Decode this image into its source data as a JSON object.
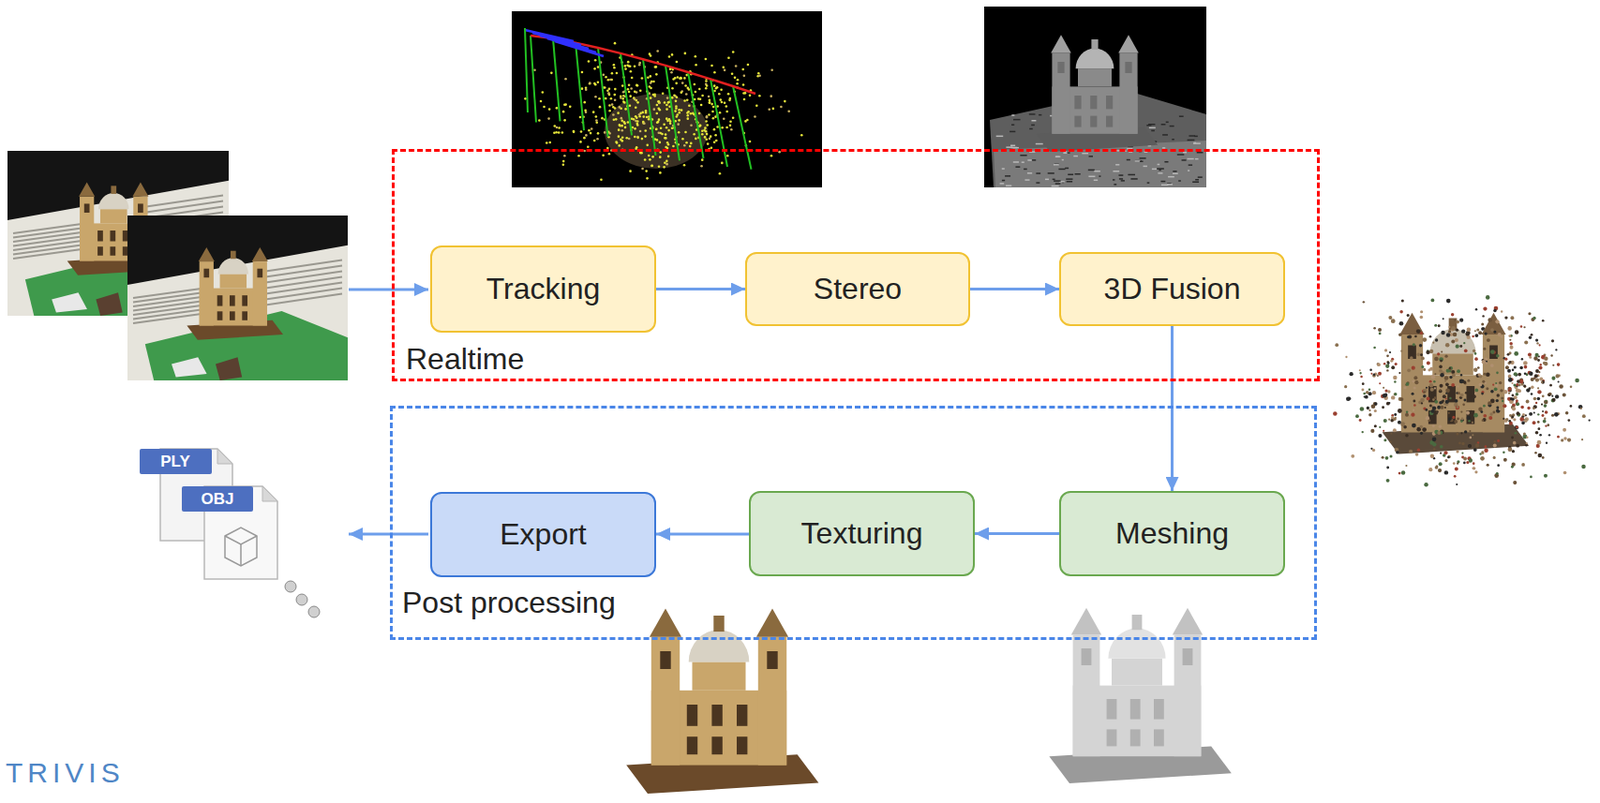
{
  "diagram": {
    "nodes": [
      {
        "text": [
          "Realtime"
        ]
      },
      {
        "text": [
          "Tracking"
        ],
        "in": 0
      },
      {
        "text": [
          "Stereo"
        ],
        "in": 0
      },
      {
        "text": [
          "3D Fusion"
        ],
        "in": 0
      },
      {
        "text": [
          "Post processing"
        ]
      },
      {
        "text": [
          "Export"
        ],
        "in": 4
      },
      {
        "text": [
          "Texturing"
        ],
        "in": 4
      },
      {
        "text": [
          "Meshing"
        ],
        "in": 4
      }
    ],
    "edges": [
      {
        "from": 1,
        "to": 2,
        "arrow": "to"
      },
      {
        "from": 2,
        "to": 3,
        "arrow": "to"
      },
      {
        "from": 3,
        "to": 7,
        "arrow": "to"
      },
      {
        "from": 7,
        "to": 6,
        "arrow": "to"
      },
      {
        "from": 6,
        "to": 5,
        "arrow": "to"
      }
    ],
    "labels": [
      "PLY",
      "OBJ",
      "TRIVIS"
    ]
  }
}
